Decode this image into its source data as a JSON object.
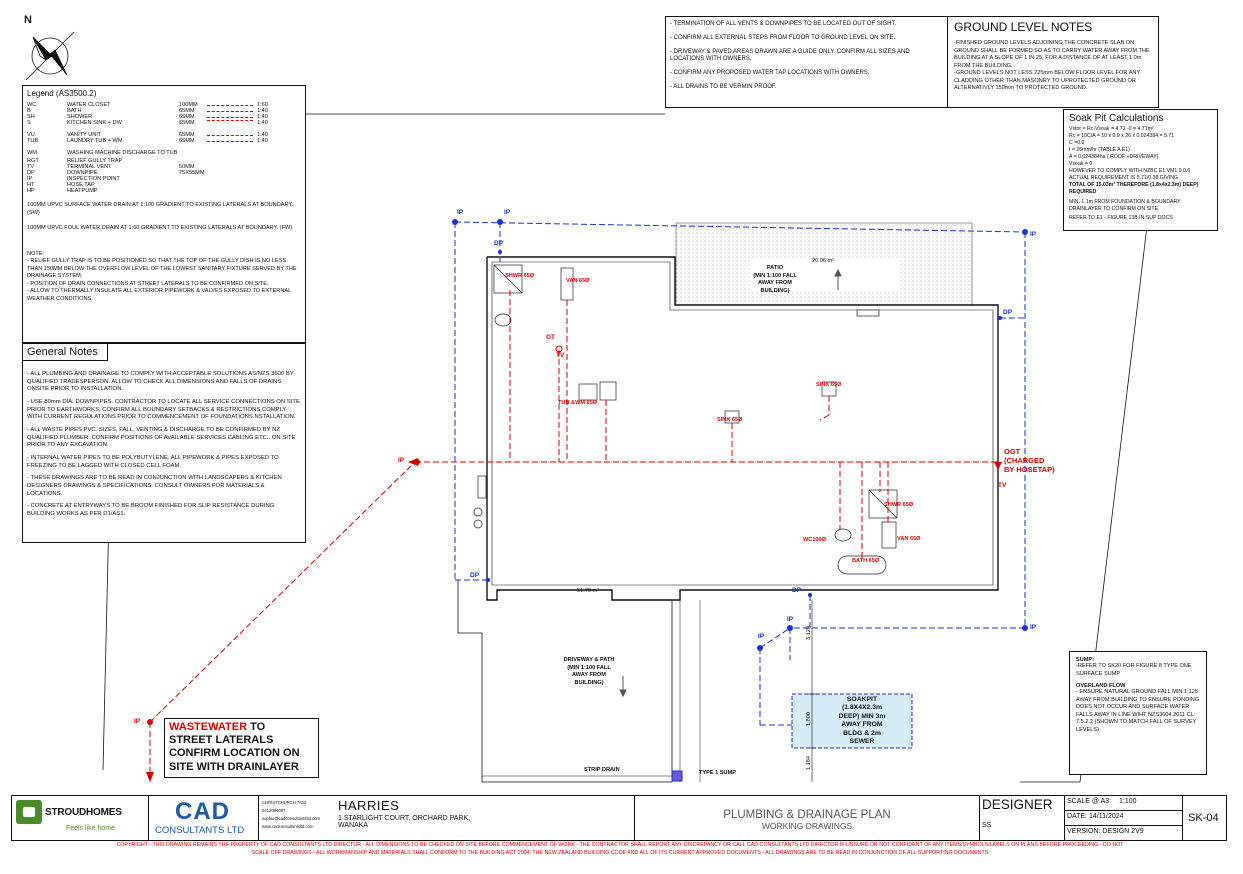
{
  "north": "N",
  "legend": {
    "title": "Legend (AS3500.2)",
    "rows": [
      {
        "code": "WC",
        "desc": "WATER CLOSET",
        "size": "100MM",
        "grad": "1:60",
        "style": "red-dash"
      },
      {
        "code": "B",
        "desc": "BATH",
        "size": "65MM",
        "grad": "1:40",
        "style": "red-dash"
      },
      {
        "code": "SH",
        "desc": "SHOWER",
        "size": "65MM",
        "grad": "1:40",
        "style": "red-dash"
      },
      {
        "code": "S",
        "desc": "KITCHEN SINK + DW",
        "size": "65MM",
        "grad": "1:40",
        "style": "red-dash"
      },
      {
        "code": "VU",
        "desc": "VANITY UNIT",
        "size": "65MM",
        "grad": "1:40",
        "style": "red-dash"
      },
      {
        "code": "TUB",
        "desc": "LAUNDRY TUB + WM",
        "size": "65MM",
        "grad": "1:40",
        "style": "red-dash"
      }
    ],
    "rows2": [
      {
        "code": "WM",
        "desc": "WASHING MACHINE DISCHARGE TO TUB",
        "size": ""
      },
      {
        "code": "RGT",
        "desc": "RELIEF GULLY TRAP",
        "size": ""
      },
      {
        "code": "TV",
        "desc": "TERMINAL VENT",
        "size": "50MM"
      },
      {
        "code": "DP",
        "desc": "DOWNPIPE",
        "size": "75X55MM"
      },
      {
        "code": "IP",
        "desc": "INSPECTION POINT",
        "size": ""
      },
      {
        "code": "HT",
        "desc": "HOSE TAP",
        "size": ""
      },
      {
        "code": "HP",
        "desc": "HEATPUMP",
        "size": ""
      }
    ],
    "sw": "100MM UPVC SURFACE WATER DRAIN AT 1:100 GRADIENT TO EXISTING LATERALS AT BOUNDARY. (SW)",
    "fw": "100MM UPVC FOUL WATER DRAIN AT 1:60 GRADIENT TO EXISTING LATERALS AT BOUNDARY. (FW)",
    "note_title": "NOTE:",
    "notes": [
      "- RELIEF GULLY TRAP IS TO BE POSITIONED SO THAT THE TOP OF THE GULLY DISH IS NO LESS THAN 150MM BELOW THE OVERFLOW LEVEL OF THE LOWEST SANITARY FIXTURE SERVED BY THE DRAINAGE SYSTEM.",
      "- POSITION OF DRAIN CONNECTIONS AT STREET LATERALS TO BE CONFIRMED ON SITE.",
      "- ALLOW TO THERMALLY INSULATE ALL EXTERIOR PIPEWORK & VALVES EXPOSED TO EXTERNAL WEATHER CONDITIONS."
    ]
  },
  "general_notes": {
    "title": "General Notes",
    "items": [
      "- ALL PLUMBING AND DRAINAGE TO COMPLY WITH ACCEPTABLE SOLUTIONS AS/NZS 3500 BY QUALIFIED TRADESPERSON. ALLOW TO CHECK ALL DIMENSIONS AND FALLS OF DRAINS ONSITE PRIOR TO INSTALLATION.",
      "- USE 80mm DIA. DOWNPIPES. CONTRACTOR TO LOCATE ALL SERVICE CONNECTIONS ON SITE PRIOR TO EARTHWORKS, CONFIRM ALL BOUNDARY SETBACKS & RESTRICTIONS COMPLY WITH CURRENT REGULATIONS PRIOR TO COMMENCEMENT OF FOUNDATIONS.NSTALLATION.",
      "- ALL WASTE PIPES PVC. SIZES, FALL, VENTING & DISCHARGE TO BE CONFIRMED BY NZ QUALIFIED PLUMBER. CONFIRM POSITIONS OF AVAILABLE SERVICES CABLING ETC.. ON SITE PRIOR TO ANY EXCAVATION.",
      "- INTERNAL WATER PIPES TO BE POLYBUTYLENE. ALL PIPEWORK & PIPES EXPOSED TO FREEZING TO BE LAGGED WITH CLOSED CELL FOAM.",
      "- THESE DRAWINGS ARE TO BE READ IN CONJUNCTION WITH LANDSCAPERS & KITCHEN DESIGNERS DRAWINGS & SPECIFICATIONS. CONSULT OWNERS FOR MATERIALS & LOCATIONS.",
      "- CONCRETE AT ENTRYWAYS TO BE BROOM FINISHED FOR SLIP RESISTANCE DURING BUILDING WORKS AS PER D1/AS1."
    ]
  },
  "top_notes": [
    "- TERMINATION OF ALL VENTS & DOWNPIPES TO BE LOCATED OUT OF SIGHT.",
    "- CONFIRM ALL EXTERNAL STEPS FROM FLOOR TO GROUND LEVEL ON SITE.",
    "- DRIVEWAY & PAVED AREAS DRAWN ARE A GUIDE ONLY. CONFIRM ALL SIZES AND LOCATIONS WITH OWNERS.",
    "- CONFIRM ANY PROPOSED WATER TAP LOCATIONS WITH OWNERS.",
    "- ALL DRAINS TO BE VERMIN PROOF."
  ],
  "ground": {
    "title": "GROUND LEVEL NOTES",
    "text1": "-FINISHED GROUND LEVELS ADJOINING THE CONCRETE SLAB ON GROUND SHALL BE FORMED SO AS TO CARRY WATER AWAY FROM THE BUILDING AT A SLOPE OF 1 IN 25, FOR A DISTANCE OF AT LEAST 1.0m FROM THE BUILDING.",
    "text2": "-GROUND LEVELS NOT LESS 225mm BELOW FLOOR LEVEL FOR ANY CLADDING OTHER THAN MASONRY TO UPROTECTED GROUND OR ALTERNATIVLY 150mm TO PROTECTED GROUND."
  },
  "soak": {
    "title": "Soak Pit Calculations",
    "lines": [
      "Vstor = Rc-Vsoak = 4.71 -0 = 4.71m³",
      "Rc = 10CIA = 10 x 0.9 x 26 x 0.024384 = 5.71",
      "C =0.9",
      "I = 26mm/hr (TABLE A E1)",
      "A = 0.024384ha ( ROOF +DRIVEWAY)",
      "Vsoak = 0",
      "HOWEVER TO COMPLY WITH NZBC E1 VM1 9.0.6",
      "ACTUAL REQUIREMENT IS  5.71/0.38 GIVING"
    ],
    "bold": "TOTAL OF 15.03m³ THEREFORE (1.8x4x2.3m) DEEP) REQUIRED",
    "lines2": [
      "MIN. 1.1m FROM FOUNDATION & BOUNDARY DRAINLAYER TO CONFIRM ON SITE.",
      "REFER TO E1 - FIGURE 13B IN SUP DOCS"
    ]
  },
  "sump": {
    "title": "SUMP:",
    "t1": "-REFER TO SK20 FOR FIGURE 8 TYPE ONE SURFACE SUMP",
    "title2": "OVERLAND FLOW",
    "t2": "- ENSURE NATURAL GROUND FALL MIN 1:125 AWAY FROM BUILDING TO ENSURE PONDING DOES NOT OCCUR AND SURFACE WATER FALLS AWAY IN LINE WIHT NZS3604.2011 CL 7.5.2.2 (SHOWN TO MATCH FALL OF SURVEY LEVELS)"
  },
  "plan_labels": {
    "ip": "IP",
    "dp": "DP",
    "gt": "GT",
    "tv": "TV",
    "shwr": "SHWR 65Ø",
    "van": "VAN 65Ø",
    "tub": "TUB &WM 65Ø",
    "sink1": "SINK 65Ø",
    "sink2": "SINK 65Ø",
    "wc": "WC100Ø",
    "bath": "BATH 65Ø",
    "shwr2": "SHWR 65Ø",
    "van2": "VAN 65Ø",
    "ogt1": "OGT",
    "ogt2": "(CHARGED",
    "ogt3": "BY HOSETAP)",
    "patio1": "PATIO",
    "patio2": "(MIN 1:100 FALL",
    "patio3": "AWAY FROM",
    "patio4": "BUILDING)",
    "patio_area": "20.06 m²",
    "house_area": "51.79 m²",
    "drive1": "DRIVEWAY & PATH",
    "drive2": "(MIN 1:100 FALL",
    "drive3": "AWAY FROM",
    "drive4": "BUILDING)",
    "soak1": "SOAKPIT",
    "soak2": "(1.8X4X2.3m",
    "soak3": "DEEP) MIN 3m",
    "soak4": "AWAY FROM",
    "soak5": "BLDG & 2m",
    "soak6": "SEWER",
    "dim1": "3,129",
    "dim2": "1,800",
    "dim3": "1,184",
    "strip": "STRIP DRAIN",
    "sump": "TYPE 1 SUMP"
  },
  "waste": {
    "red": "WASTEWATER",
    "l1": " TO",
    "l2": "STREET LATERALS",
    "l3": "CONFIRM LOCATION ON",
    "l4": "SITE WITH DRAINLAYER"
  },
  "titleblock": {
    "stroud": "STROUDHOMES",
    "stroud_tag": "Feels like home",
    "cad": "CAD",
    "cad2": "CONSULTANTS LTD",
    "contact": [
      "CHRISTCHURCH 7832",
      "0212084097",
      "sophie@cadconsultantsltd.com",
      "www.cadconsultantsltd.com"
    ],
    "client": "HARRIES",
    "addr1": "1 STARLIGHT COURT,  ORCHARD PARK,",
    "addr2": "WANAKA",
    "plan": "PLUMBING & DRAINAGE PLAN",
    "sub": "WORKING DRAWINGS",
    "designer": "DESIGNER",
    "ss": "SS",
    "scale_l": "SCALE @ A3:",
    "scale_v": "1:100",
    "date": "DATE: 14/11/2024",
    "version": "VERSION: DESIGN 2V9",
    "sheet": "SK-04"
  },
  "copyright": [
    "COPYRIGHT - THIS DRAWING REMAINS THE PROPERTY OF CAD CONSULTANTS LTD DIRECTOR  -  ALL DIMENSIONS TO BE CHECKED ON SITE BEFORE COMMENCEMENT OF WORK - THE CONTRACTOR SHALL REPORT ANY DISCREPANCY OR CALL CAD CONSULTANTS LTD DIRECTOR IF UNSURE OR NOT CONFIDENT OF ANY ITEMS/SYMBOLS/LABELS ON PLANS BEFORE PROCEEDING - DO NOT",
    "SCALE OFF DRAWINGS  - ALL WORKMANSHIP AND MATERIALS SHALL CONFORM TO THE BUILDING ACT 2004, THE NEW ZEALAND BUILDING CODE AND ALL OF ITS CURRENT APPROVED DOCUMENTS - ALL DRAWINGS ARE TO BE READ IN CONJUNCTION OF ALL SUPPORTING DOCUMENTS"
  ],
  "colors": {
    "red": "#d40000",
    "blue": "#1a2fd6",
    "soak_fill": "#d6ecf8"
  }
}
